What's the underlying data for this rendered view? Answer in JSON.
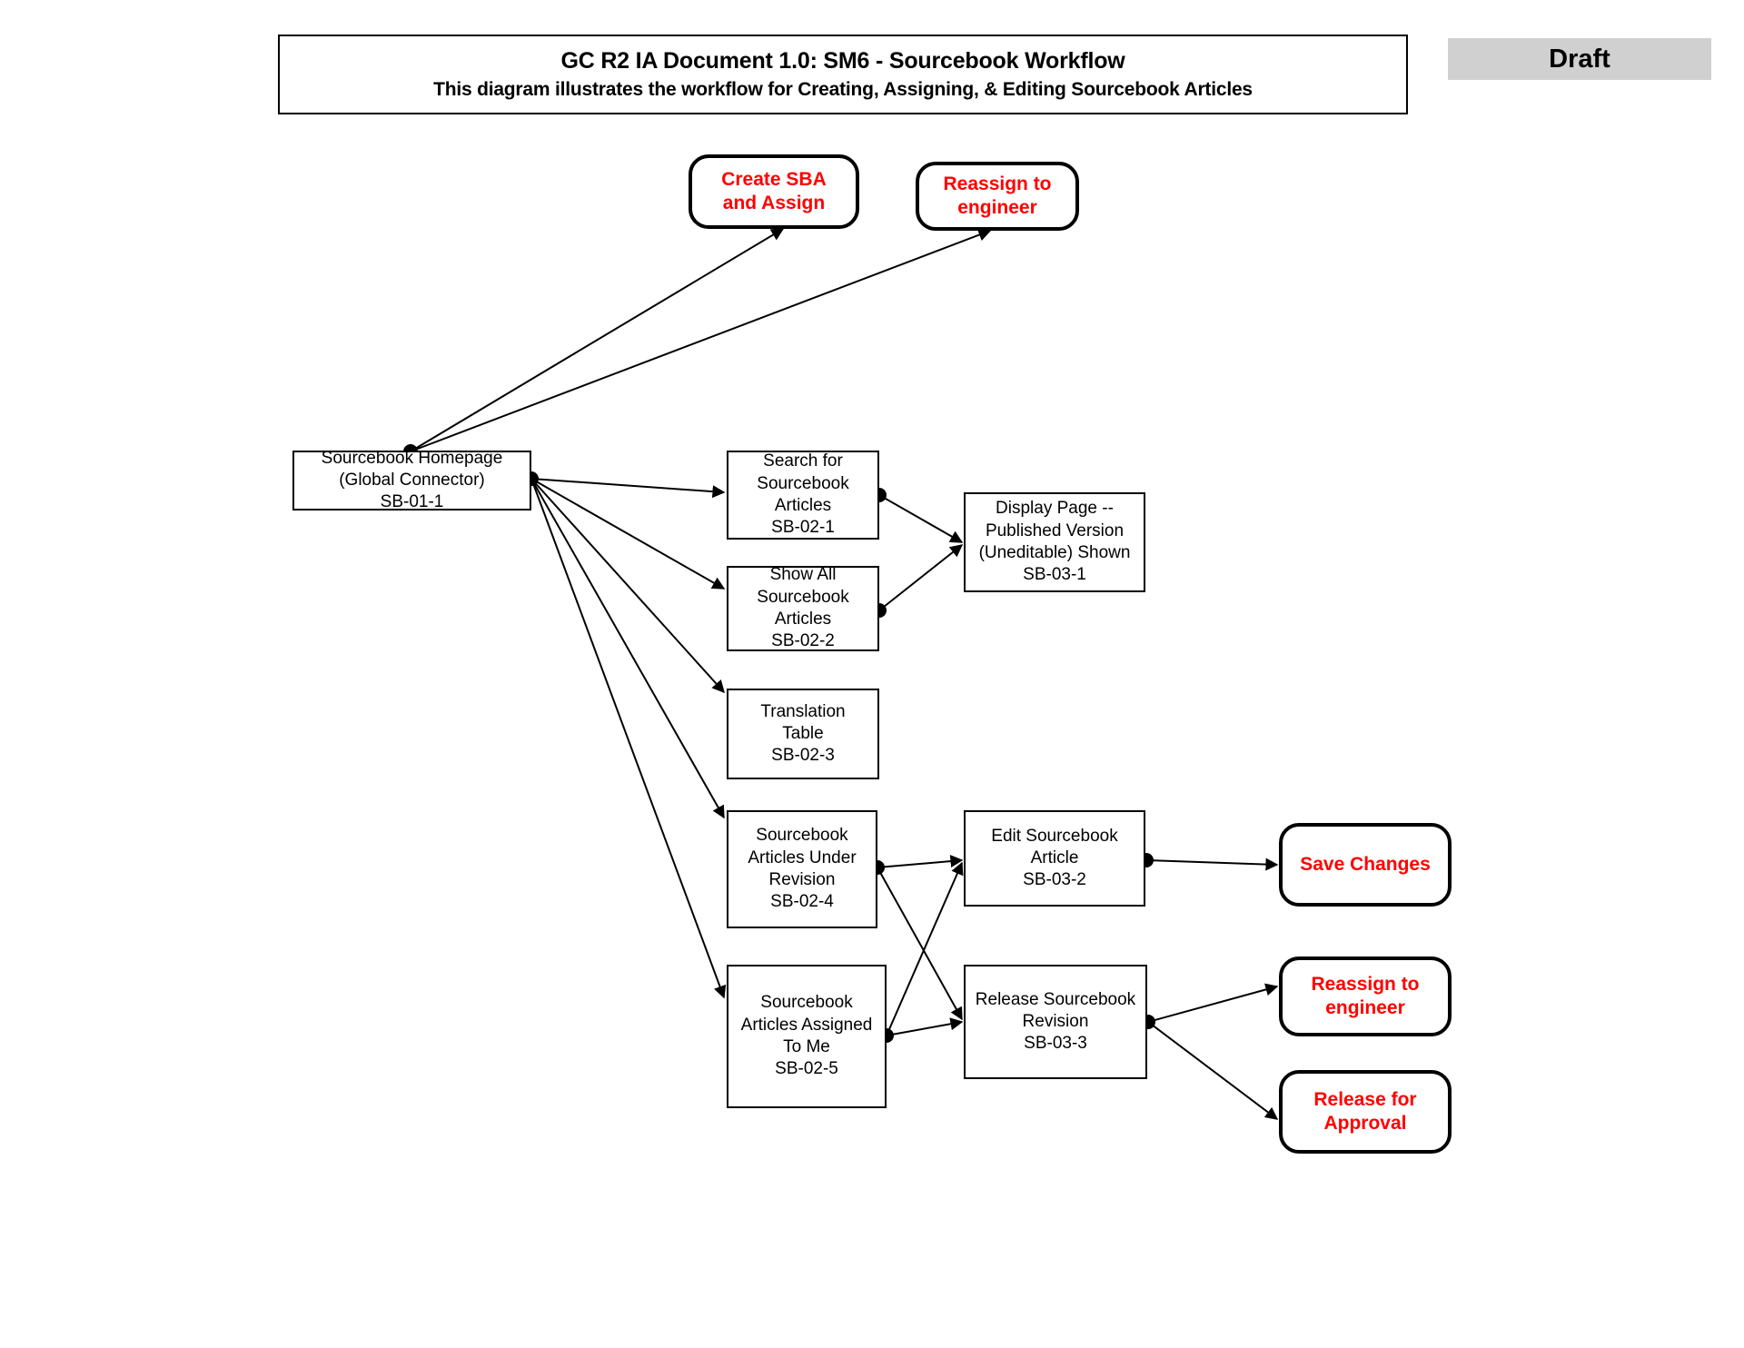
{
  "header": {
    "title": "GC R2 IA Document 1.0: SM6 - Sourcebook Workflow",
    "subtitle": "This diagram illustrates the workflow for Creating, Assigning, & Editing Sourcebook Articles",
    "status_badge": "Draft",
    "badge_color": "#d0d0d0"
  },
  "colors": {
    "terminator_text": "#ff0000",
    "process_text": "#000000",
    "stroke": "#000000",
    "background": "#ffffff"
  },
  "chart_data": {
    "type": "diagram",
    "title": "GC R2 IA Document 1.0: SM6 - Sourcebook Workflow",
    "nodes": [
      {
        "id": "create-sba",
        "label": "Create SBA\nand Assign",
        "shape": "rounded",
        "color": "#ff0000"
      },
      {
        "id": "reassign-top",
        "label": "Reassign to\nengineer",
        "shape": "rounded",
        "color": "#ff0000"
      },
      {
        "id": "sb-01-1",
        "label": "Sourcebook Homepage\n(Global Connector)\nSB-01-1",
        "shape": "rect",
        "color": "#000000"
      },
      {
        "id": "sb-02-1",
        "label": "Search for\nSourcebook\nArticles\nSB-02-1",
        "shape": "rect",
        "color": "#000000"
      },
      {
        "id": "sb-02-2",
        "label": "Show All\nSourcebook\nArticles\nSB-02-2",
        "shape": "rect",
        "color": "#000000"
      },
      {
        "id": "sb-02-3",
        "label": "Translation\nTable\nSB-02-3",
        "shape": "rect",
        "color": "#000000"
      },
      {
        "id": "sb-02-4",
        "label": "Sourcebook\nArticles Under\nRevision\nSB-02-4",
        "shape": "rect",
        "color": "#000000"
      },
      {
        "id": "sb-02-5",
        "label": "Sourcebook\nArticles Assigned\nTo Me\nSB-02-5",
        "shape": "rect",
        "color": "#000000"
      },
      {
        "id": "sb-03-1",
        "label": "Display Page --\nPublished Version\n(Uneditable) Shown\nSB-03-1",
        "shape": "rect",
        "color": "#000000"
      },
      {
        "id": "sb-03-2",
        "label": "Edit Sourcebook\nArticle\nSB-03-2",
        "shape": "rect",
        "color": "#000000"
      },
      {
        "id": "sb-03-3",
        "label": "Release Sourcebook\nRevision\nSB-03-3",
        "shape": "rect",
        "color": "#000000"
      },
      {
        "id": "save-changes",
        "label": "Save Changes",
        "shape": "rounded",
        "color": "#ff0000"
      },
      {
        "id": "reassign-engineer",
        "label": "Reassign to\nengineer",
        "shape": "rounded",
        "color": "#ff0000"
      },
      {
        "id": "release-approval",
        "label": "Release for\nApproval",
        "shape": "rounded",
        "color": "#ff0000"
      }
    ],
    "edges": [
      {
        "from": "sb-01-1",
        "to": "create-sba"
      },
      {
        "from": "sb-01-1",
        "to": "reassign-top"
      },
      {
        "from": "sb-01-1",
        "to": "sb-02-1"
      },
      {
        "from": "sb-01-1",
        "to": "sb-02-2"
      },
      {
        "from": "sb-01-1",
        "to": "sb-02-3"
      },
      {
        "from": "sb-01-1",
        "to": "sb-02-4"
      },
      {
        "from": "sb-01-1",
        "to": "sb-02-5"
      },
      {
        "from": "sb-02-1",
        "to": "sb-03-1"
      },
      {
        "from": "sb-02-2",
        "to": "sb-03-1"
      },
      {
        "from": "sb-02-4",
        "to": "sb-03-2"
      },
      {
        "from": "sb-02-4",
        "to": "sb-03-3"
      },
      {
        "from": "sb-02-5",
        "to": "sb-03-2"
      },
      {
        "from": "sb-02-5",
        "to": "sb-03-3"
      },
      {
        "from": "sb-03-2",
        "to": "save-changes"
      },
      {
        "from": "sb-03-3",
        "to": "reassign-engineer"
      },
      {
        "from": "sb-03-3",
        "to": "release-approval"
      }
    ]
  },
  "nodes": {
    "create_sba": {
      "label": "Create SBA\nand Assign"
    },
    "reassign_top": {
      "label": "Reassign to\nengineer"
    },
    "sb_01_1": {
      "label": "Sourcebook Homepage\n(Global Connector)\nSB-01-1"
    },
    "sb_02_1": {
      "label": "Search for\nSourcebook\nArticles\nSB-02-1"
    },
    "sb_02_2": {
      "label": "Show All\nSourcebook\nArticles\nSB-02-2"
    },
    "sb_02_3": {
      "label": "Translation\nTable\nSB-02-3"
    },
    "sb_02_4": {
      "label": "Sourcebook\nArticles Under\nRevision\nSB-02-4"
    },
    "sb_02_5": {
      "label": "Sourcebook\nArticles Assigned\nTo Me\nSB-02-5"
    },
    "sb_03_1": {
      "label": "Display Page --\nPublished Version\n(Uneditable) Shown\nSB-03-1"
    },
    "sb_03_2": {
      "label": "Edit Sourcebook\nArticle\nSB-03-2"
    },
    "sb_03_3": {
      "label": "Release Sourcebook\nRevision\nSB-03-3"
    },
    "save_changes": {
      "label": "Save Changes"
    },
    "reassign_engineer": {
      "label": "Reassign to\nengineer"
    },
    "release_approval": {
      "label": "Release for\nApproval"
    }
  }
}
